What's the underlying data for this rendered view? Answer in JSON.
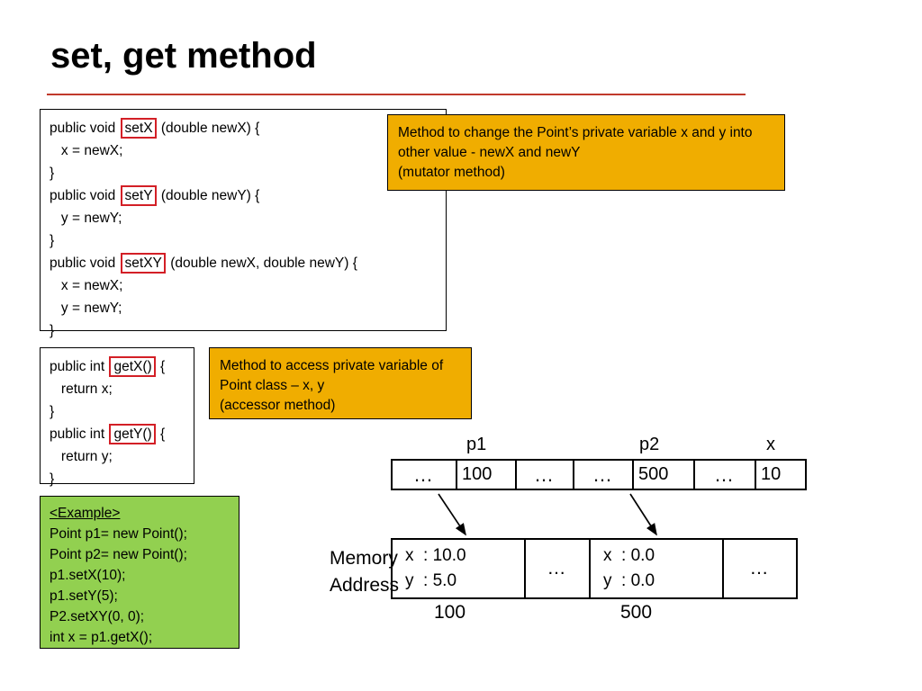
{
  "slide": {
    "title": "set, get method"
  },
  "set_code": {
    "lines": [
      "public void ",
      "setX",
      " (double newX) {",
      "  x = newX;",
      "}",
      "public void ",
      "setY",
      " (double newY) {",
      "  y = newY;",
      "}",
      "public void ",
      "setXY",
      " (double newX, double newY) {",
      "  x = newX;",
      "  y = newY;",
      "}"
    ],
    "l1_pre": "public void ",
    "l1_hl": "setX",
    "l1_post": " (double newX) {",
    "l2": "   x = newX;",
    "l3": "}",
    "l4_pre": "public void ",
    "l4_hl": "setY",
    "l4_post": " (double newY) {",
    "l5": "   y = newY;",
    "l6": "}",
    "l7_pre": "public void ",
    "l7_hl": "setXY",
    "l7_post": " (double newX, double newY) {",
    "l8": "   x = newX;",
    "l9": "   y = newY;",
    "l10": "}"
  },
  "get_code": {
    "l1_pre": "public int ",
    "l1_hl": "getX()",
    "l1_post": " {",
    "l2": "   return x;",
    "l3": "}",
    "l4_pre": "public int ",
    "l4_hl": "getY()",
    "l4_post": " {",
    "l5": "   return y;",
    "l6": "}"
  },
  "mutator_callout": {
    "text": "Method to change the Point’s private variable x and y into other value - newX and newY\n(mutator method)"
  },
  "accessor_callout": {
    "text": "Method to access private variable of Point class – x, y\n(accessor method)"
  },
  "example_box": {
    "heading": "<Example>",
    "lines": "Point p1= new Point();\nPoint p2= new Point();\np1.setX(10);\np1.setY(5);\nP2.setXY(0, 0);\nint x = p1.getX();"
  },
  "diagram": {
    "pointer_labels": {
      "p1": "p1",
      "p2": "p2",
      "x": "x"
    },
    "pointer_cells": [
      {
        "text": "…",
        "type": "dots",
        "width": 72
      },
      {
        "text": "100",
        "type": "val",
        "width": 66
      },
      {
        "text": "…",
        "type": "dots",
        "width": 64
      },
      {
        "text": "…",
        "type": "dots",
        "width": 66
      },
      {
        "text": "500",
        "type": "val",
        "width": 68
      },
      {
        "text": "…",
        "type": "dots",
        "width": 68
      },
      {
        "text": "10",
        "type": "val",
        "width": 54
      }
    ],
    "memory_label": "Memory\nAddress",
    "memory_cells": [
      {
        "type": "fields",
        "line1": "x  : 10.0",
        "line2": "y  : 5.0",
        "width": 148
      },
      {
        "type": "dots",
        "text": "…",
        "width": 72
      },
      {
        "type": "fields",
        "line1": "x  : 0.0",
        "line2": "y  : 0.0",
        "width": 148
      },
      {
        "type": "dots",
        "text": "…",
        "width": 80
      }
    ],
    "address_labels": {
      "first": "100",
      "second": "500"
    }
  },
  "colors": {
    "callout": "#f0ad00",
    "example": "#92d050",
    "rule": "#c0392b",
    "highlight": "#d31f26"
  }
}
